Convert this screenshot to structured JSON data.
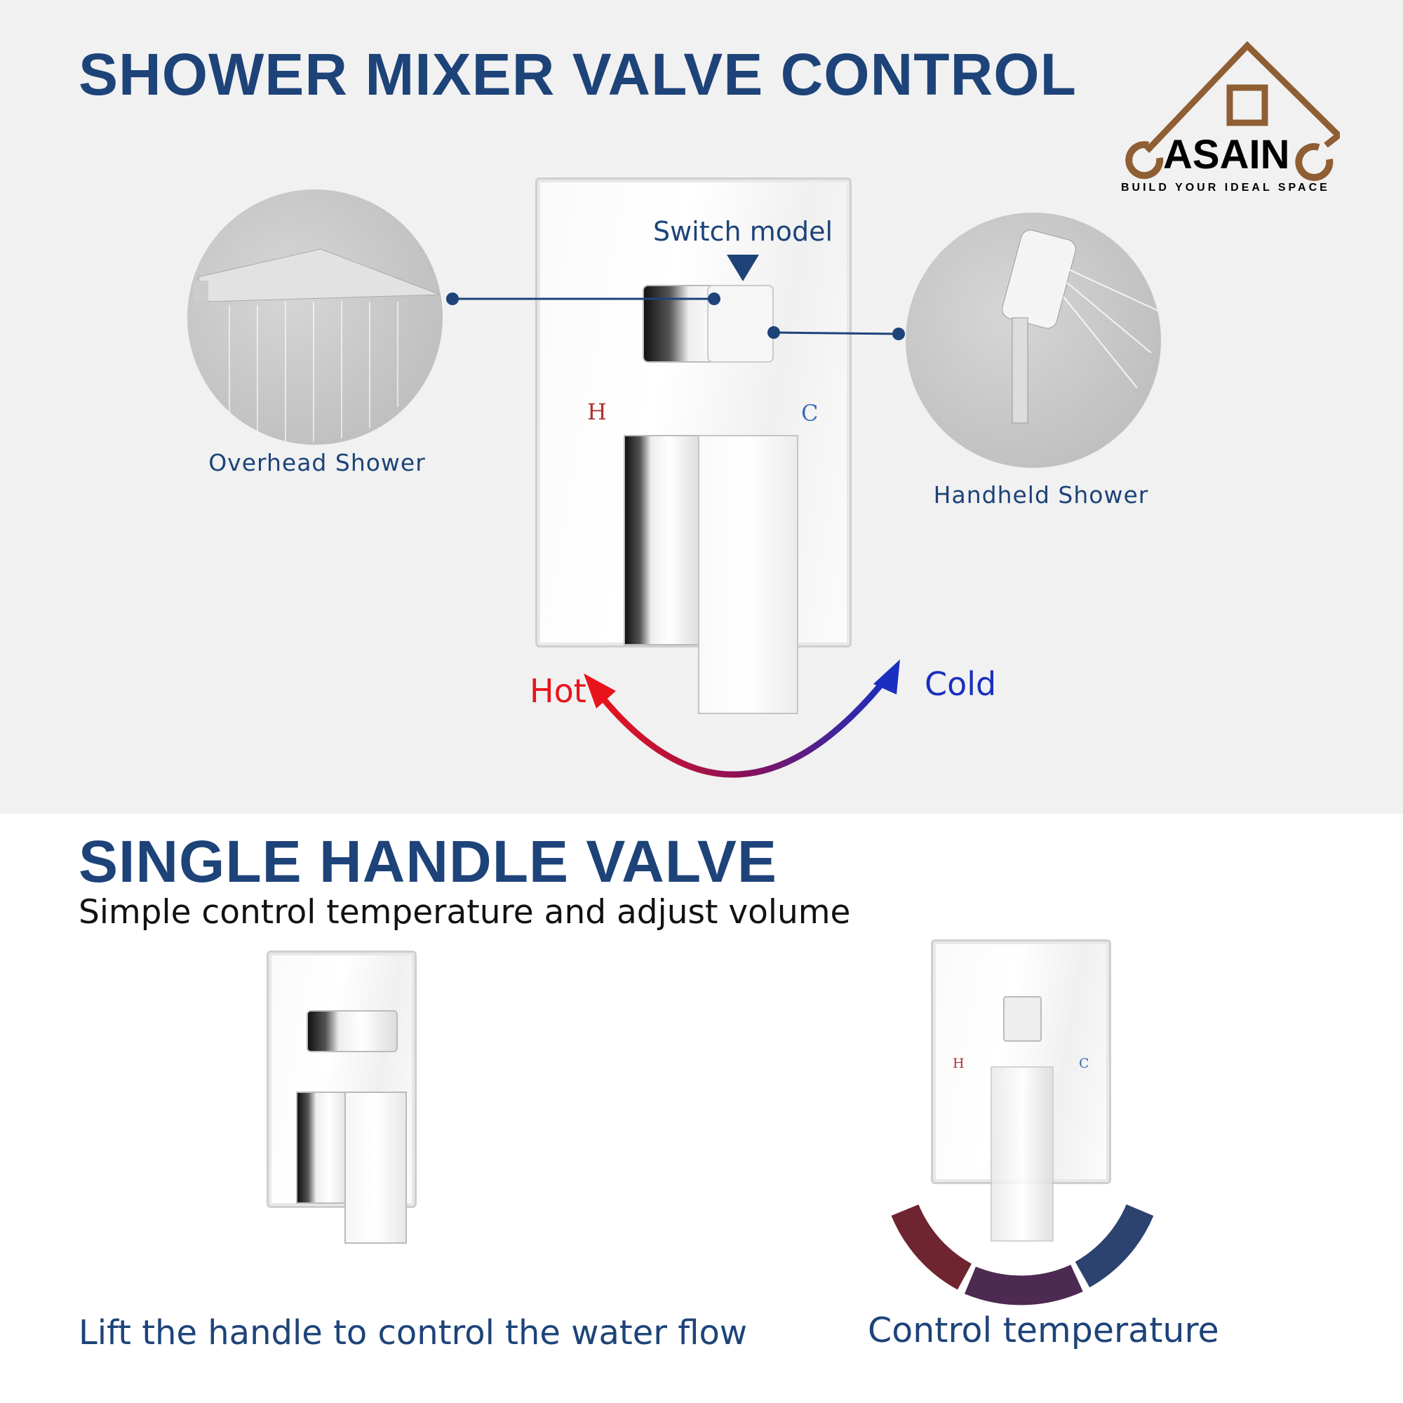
{
  "top": {
    "title": "SHOWER MIXER VALVE CONTROL",
    "switch_label": "Switch model",
    "overhead_label": "Overhead Shower",
    "handheld_label": "Handheld Shower",
    "panel_hot_mark": "H",
    "panel_cold_mark": "C",
    "hot_label": "Hot",
    "cold_label": "Cold"
  },
  "logo": {
    "brand": "CASAINO",
    "tagline": "BUILD YOUR IDEAL SPACE",
    "color": "#8f5e33"
  },
  "bottom": {
    "title": "SINGLE HANDLE VALVE",
    "subtitle": "Simple control temperature and adjust volume",
    "left_caption": "Lift the handle to control the water flow",
    "right_caption": "Control temperature",
    "hot_mark": "H",
    "cold_mark": "C"
  },
  "colors": {
    "title_blue": "#1d4379",
    "hot_red": "#e8141c",
    "cold_blue": "#1a2fbf"
  }
}
